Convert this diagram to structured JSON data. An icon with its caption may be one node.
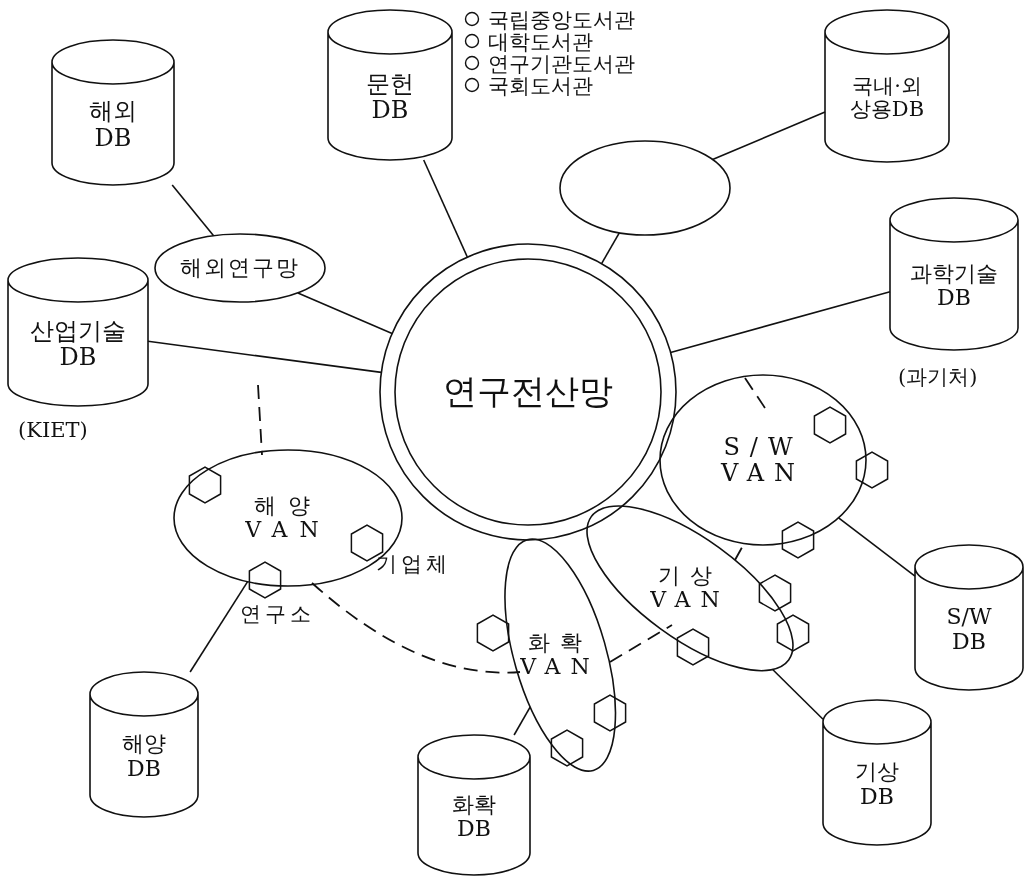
{
  "diagram": {
    "nodes": [
      {
        "text": [
          "연구전산망"
        ]
      },
      {
        "text": [
          "해외 DB"
        ]
      },
      {
        "text": [
          "해외연구망"
        ]
      },
      {
        "text": [
          "문헌 DB"
        ]
      },
      {
        "text": [],
        "shape": "ellipse"
      },
      {
        "text": [
          "국내·외 상용DB"
        ]
      },
      {
        "text": [
          "과학기술 DB"
        ],
        "beside": [
          "(과기처)"
        ]
      },
      {
        "text": [
          "산업기술 DB"
        ],
        "beside": [
          "(KIET)"
        ]
      },
      {
        "text": [
          "S/W VAN"
        ]
      },
      {
        "text": [
          "해양 VAN"
        ]
      },
      {
        "text": [
          "화확 VAN"
        ]
      },
      {
        "text": [
          "기상 VAN"
        ]
      },
      {
        "text": [
          "해양 DB"
        ]
      },
      {
        "text": [
          "화확 DB"
        ]
      },
      {
        "text": [
          "기상 DB"
        ]
      },
      {
        "text": [
          "S/W DB"
        ]
      }
    ],
    "edges": [
      {
        "from": 1,
        "to": 2,
        "arrow": "none"
      },
      {
        "from": 2,
        "to": 0,
        "arrow": "none"
      },
      {
        "from": 3,
        "to": 0,
        "arrow": "none"
      },
      {
        "from": 4,
        "to": 0,
        "arrow": "none"
      },
      {
        "from": 4,
        "to": 5,
        "arrow": "none"
      },
      {
        "from": 6,
        "to": 0,
        "arrow": "none"
      },
      {
        "from": 7,
        "to": 0,
        "arrow": "none"
      },
      {
        "from": 8,
        "to": 15,
        "arrow": "none"
      },
      {
        "from": 9,
        "to": 12,
        "arrow": "none"
      },
      {
        "from": 10,
        "to": 13,
        "arrow": "none"
      },
      {
        "from": 11,
        "to": 14,
        "arrow": "none"
      }
    ],
    "labels": [
      "국립중앙도서관",
      "대학도서관",
      "연구기관도서관",
      "국회도서관",
      "기업체",
      "연구소"
    ]
  }
}
